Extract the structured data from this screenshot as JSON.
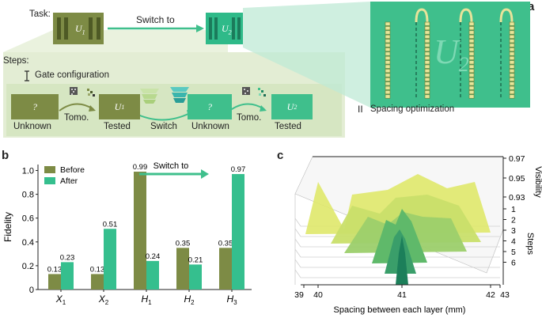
{
  "panel_a": {
    "letter": "a",
    "task_label": "Task:",
    "switch_label": "Switch to",
    "u1_label": "U",
    "u1_sub": "1",
    "u2_label": "U",
    "u2_sub": "2",
    "steps_label": "Steps:",
    "step1_roman": "I",
    "step1_title": "Gate configuration",
    "step2_roman": "II",
    "step2_title": "Spacing optimization",
    "unknown_q": "?",
    "unknown_label": "Unknown",
    "tomo_label": "Tomo.",
    "tested_label": "Tested",
    "switch_mid_label": "Switch",
    "big_u": "U",
    "big_u_sub": "2"
  },
  "panel_b": {
    "letter": "b",
    "switch_annotation": "Switch to"
  },
  "panel_c": {
    "letter": "c",
    "xlabel": "Spacing between each layer (mm)",
    "ylabel_vis": "Visibility",
    "ylabel_steps": "Steps",
    "x_ticks": [
      "39",
      "40",
      "41",
      "42",
      "43"
    ],
    "vis_ticks": [
      "0.97",
      "0.95",
      "0.93"
    ],
    "step_ticks": [
      "1",
      "2",
      "3",
      "4",
      "5",
      "6"
    ]
  },
  "chart_data": [
    {
      "type": "bar",
      "categories": [
        "X1",
        "X2",
        "H1",
        "H2",
        "H3"
      ],
      "category_labels": [
        {
          "main": "X",
          "sub": "1"
        },
        {
          "main": "X",
          "sub": "2"
        },
        {
          "main": "H",
          "sub": "1"
        },
        {
          "main": "H",
          "sub": "2"
        },
        {
          "main": "H",
          "sub": "3"
        }
      ],
      "series": [
        {
          "name": "Before",
          "values": [
            0.13,
            0.13,
            0.99,
            0.35,
            0.35
          ],
          "labels": [
            "0.13",
            "0.13",
            "0.99",
            "0.35",
            "0.35"
          ],
          "color": "#7d8b45"
        },
        {
          "name": "After",
          "values": [
            0.23,
            0.51,
            0.24,
            0.21,
            0.97
          ],
          "labels": [
            "0.23",
            "0.51",
            "0.24",
            "0.21",
            "0.97"
          ],
          "color": "#35bf8e"
        }
      ],
      "xlabel": "",
      "ylabel": "Fidelity",
      "ylim": [
        0,
        1.05
      ],
      "y_ticks": [
        "0",
        "0.2",
        "0.4",
        "0.6",
        "0.8",
        "1.0"
      ],
      "legend": "top-left"
    },
    {
      "type": "area",
      "xlabel": "Spacing between each layer (mm)",
      "zlabel": "Visibility",
      "ylabel": "Steps",
      "x_ticks": [
        39,
        40,
        41,
        42,
        43
      ],
      "z_ticks": [
        0.93,
        0.95,
        0.97
      ],
      "steps": [
        1,
        2,
        3,
        4,
        5,
        6
      ]
    }
  ]
}
